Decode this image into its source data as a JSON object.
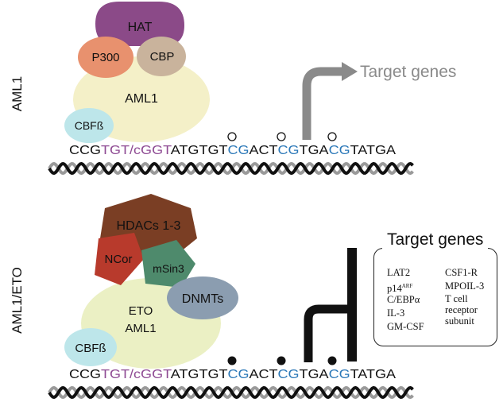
{
  "panels": [
    {
      "label": "AML1",
      "proteins": {
        "hat": "HAT",
        "p300": "P300",
        "cbp": "CBP",
        "aml1": "AML1",
        "cbfb": "CBFß"
      },
      "arrow_label": "Target genes",
      "sequence": [
        {
          "t": "CCG",
          "c": "black"
        },
        {
          "t": "TGT/cGGT",
          "c": "purple"
        },
        {
          "t": "ATGTGT",
          "c": "black"
        },
        {
          "t": "CG",
          "c": "blue"
        },
        {
          "t": "ACT",
          "c": "black"
        },
        {
          "t": "CG",
          "c": "blue"
        },
        {
          "t": "TGA",
          "c": "black"
        },
        {
          "t": "CG",
          "c": "blue"
        },
        {
          "t": "TATGA",
          "c": "black"
        }
      ],
      "cpg_methylated": false
    },
    {
      "label": "AML1/ETO",
      "proteins": {
        "hdacs": "HDACs 1-3",
        "ncor": "NCor",
        "msin3": "mSin3",
        "dnmts": "DNMTs",
        "eto": "ETO",
        "aml1": "AML1",
        "cbfb": "CBFß"
      },
      "box_title": "Target genes",
      "genes_left": [
        {
          "base": "LAT2",
          "sup": ""
        },
        {
          "base": "p14",
          "sup": "ARF"
        },
        {
          "base": "C/EBPα",
          "sup": ""
        },
        {
          "base": "IL-3",
          "sup": ""
        },
        {
          "base": "GM-CSF",
          "sup": ""
        }
      ],
      "genes_right": [
        "CSF1-R",
        "MPOIL-3",
        "T cell",
        "receptor",
        "subunit"
      ],
      "sequence": [
        {
          "t": "CCG",
          "c": "black"
        },
        {
          "t": "TGT/cGGT",
          "c": "purple"
        },
        {
          "t": "ATGTGT",
          "c": "black"
        },
        {
          "t": "CG",
          "c": "blue"
        },
        {
          "t": "ACT",
          "c": "black"
        },
        {
          "t": "CG",
          "c": "blue"
        },
        {
          "t": "TGA",
          "c": "black"
        },
        {
          "t": "CG",
          "c": "blue"
        },
        {
          "t": "TATGA",
          "c": "black"
        }
      ],
      "cpg_methylated": true
    }
  ],
  "colors": {
    "purple": "#8e4a93",
    "blue": "#2b78b8",
    "black": "#111111",
    "hat": "#8b4a88",
    "p300": "#e8916e",
    "cbp": "#c9b39c",
    "aml1": "#f4f0c8",
    "cbfb": "#bde6ea",
    "hdacs": "#7a3e24",
    "ncor": "#b83a2c",
    "msin3": "#4e8a6c",
    "dnmts": "#8b9db0",
    "eto_aml1": "#ebf0c4",
    "arrow": "#8a8a8a",
    "dna_dark": "#111111",
    "dna_light": "#9a9a9a"
  }
}
